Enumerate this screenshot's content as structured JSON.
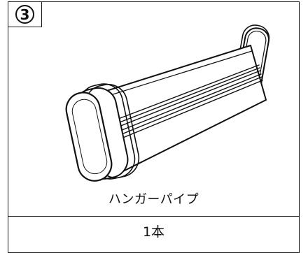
{
  "step": {
    "number": "3"
  },
  "part": {
    "name": "ハンガーパイプ"
  },
  "quantity": {
    "text": "1本"
  }
}
